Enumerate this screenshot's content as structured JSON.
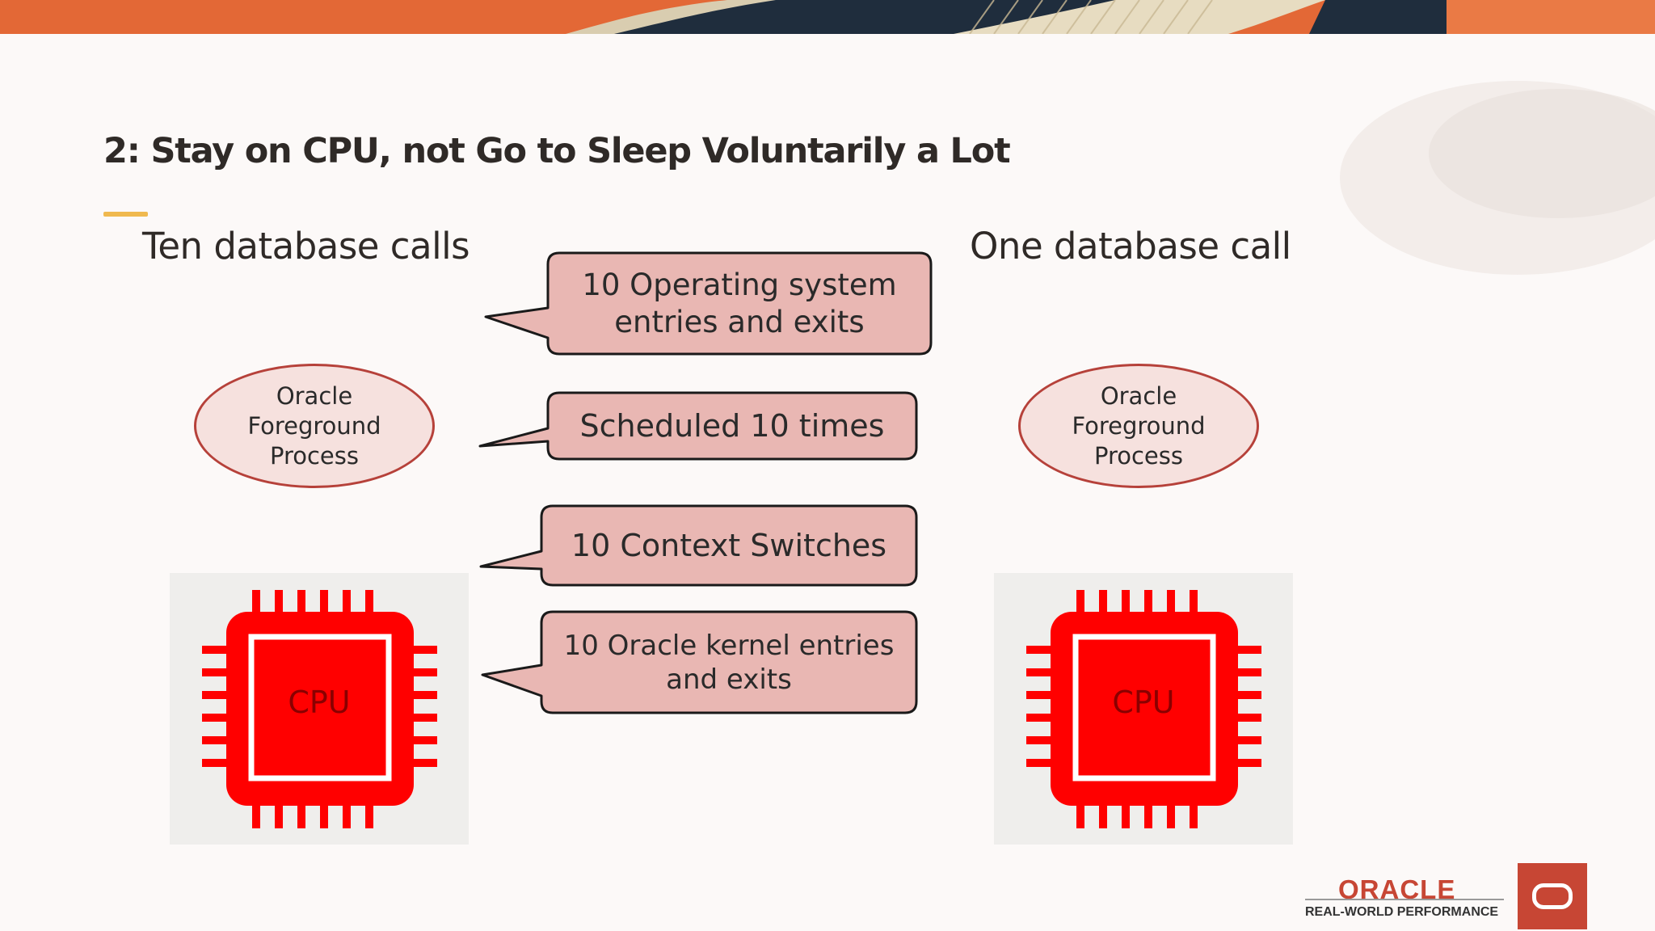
{
  "slide": {
    "title": "2: Stay on CPU, not Go to Sleep Voluntarily a Lot",
    "left_heading": "Ten database calls",
    "right_heading": "One database call"
  },
  "process_label": "Oracle\nForeground\nProcess",
  "cpu_label": "CPU",
  "callouts": [
    "10 Operating system\nentries and exits",
    "Scheduled 10 times",
    "10 Context Switches",
    "10 Oracle kernel entries\nand exits"
  ],
  "logo": {
    "wordmark": "ORACLE",
    "subtitle": "REAL-WORLD PERFORMANCE"
  },
  "colors": {
    "callout_fill": "#e9b7b3",
    "ellipse_border": "#b6413a",
    "cpu_red": "#ff0000",
    "accent_line": "#f0b94f",
    "oracle_red": "#c74634"
  }
}
